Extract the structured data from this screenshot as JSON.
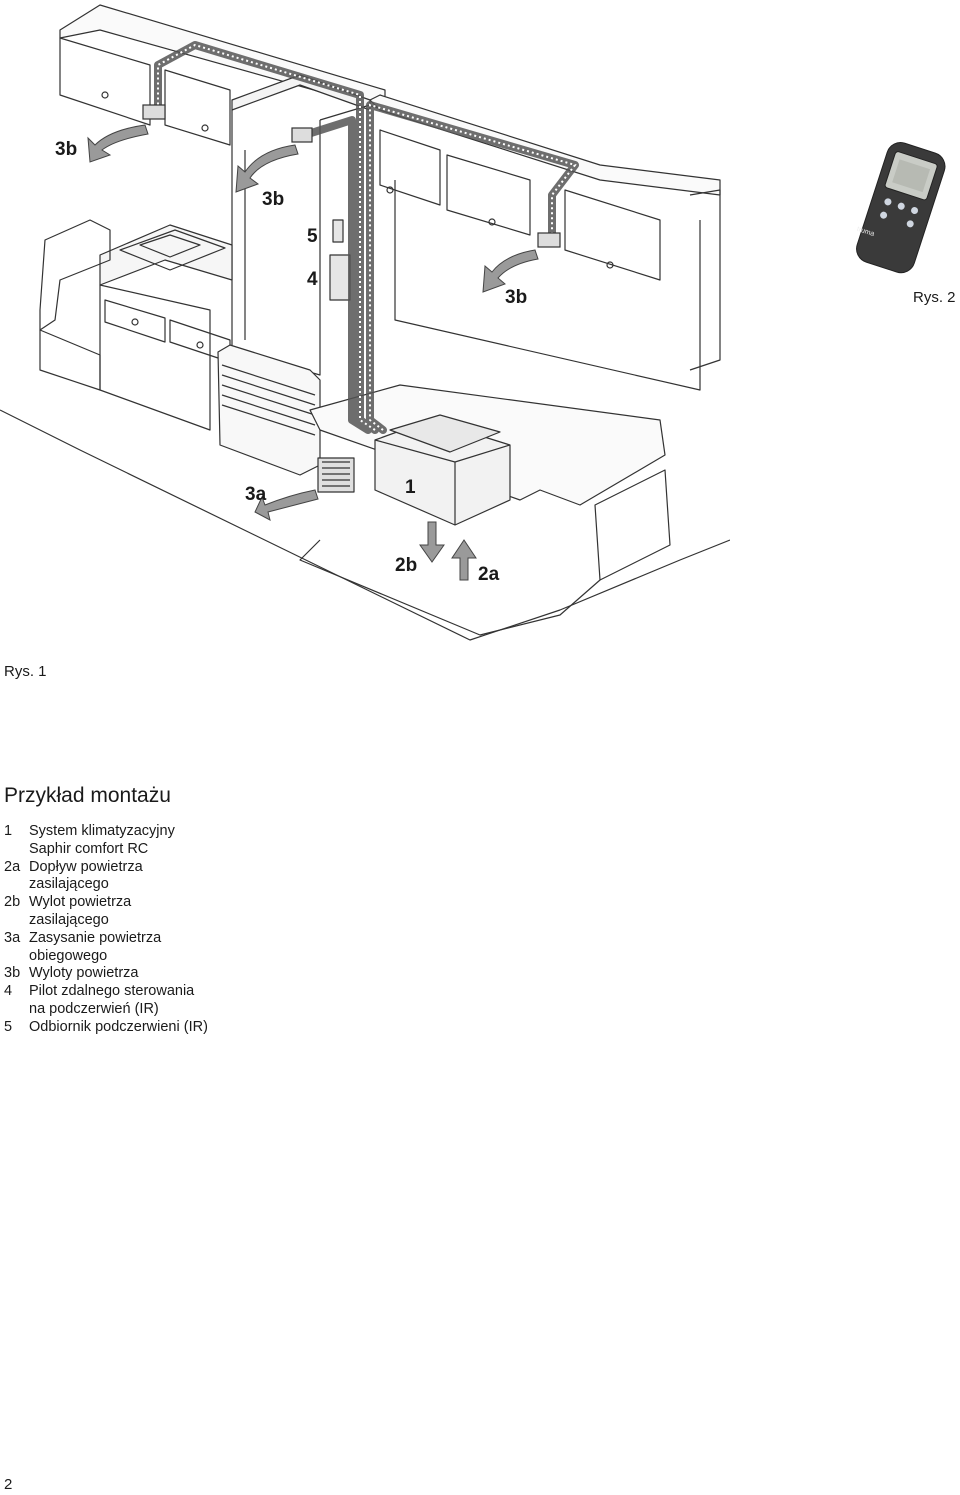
{
  "figure1": {
    "label": "Rys. 1",
    "callouts": {
      "c3b_left": "3b",
      "c3b_mid": "3b",
      "c5": "5",
      "c4": "4",
      "c3b_right": "3b",
      "c3a": "3a",
      "c1": "1",
      "c2b": "2b",
      "c2a": "2a"
    }
  },
  "figure2": {
    "label": "Rys. 2",
    "remote_brand": "truma"
  },
  "section": {
    "title": "Przykład montażu",
    "legend": [
      {
        "key": "1",
        "text": "System klimatyzacyjny\nSaphir comfort RC"
      },
      {
        "key": "2a",
        "text": "Dopływ powietrza\nzasilającego"
      },
      {
        "key": "2b",
        "text": "Wylot powietrza\nzasilającego"
      },
      {
        "key": "3a",
        "text": "Zasysanie powietrza\nobiegowego"
      },
      {
        "key": "3b",
        "text": "Wyloty powietrza"
      },
      {
        "key": "4",
        "text": "Pilot zdalnego sterowania\nna podczerwień (IR)"
      },
      {
        "key": "5",
        "text": "Odbiornik podczerwieni (IR)"
      }
    ]
  },
  "page_number": "2"
}
